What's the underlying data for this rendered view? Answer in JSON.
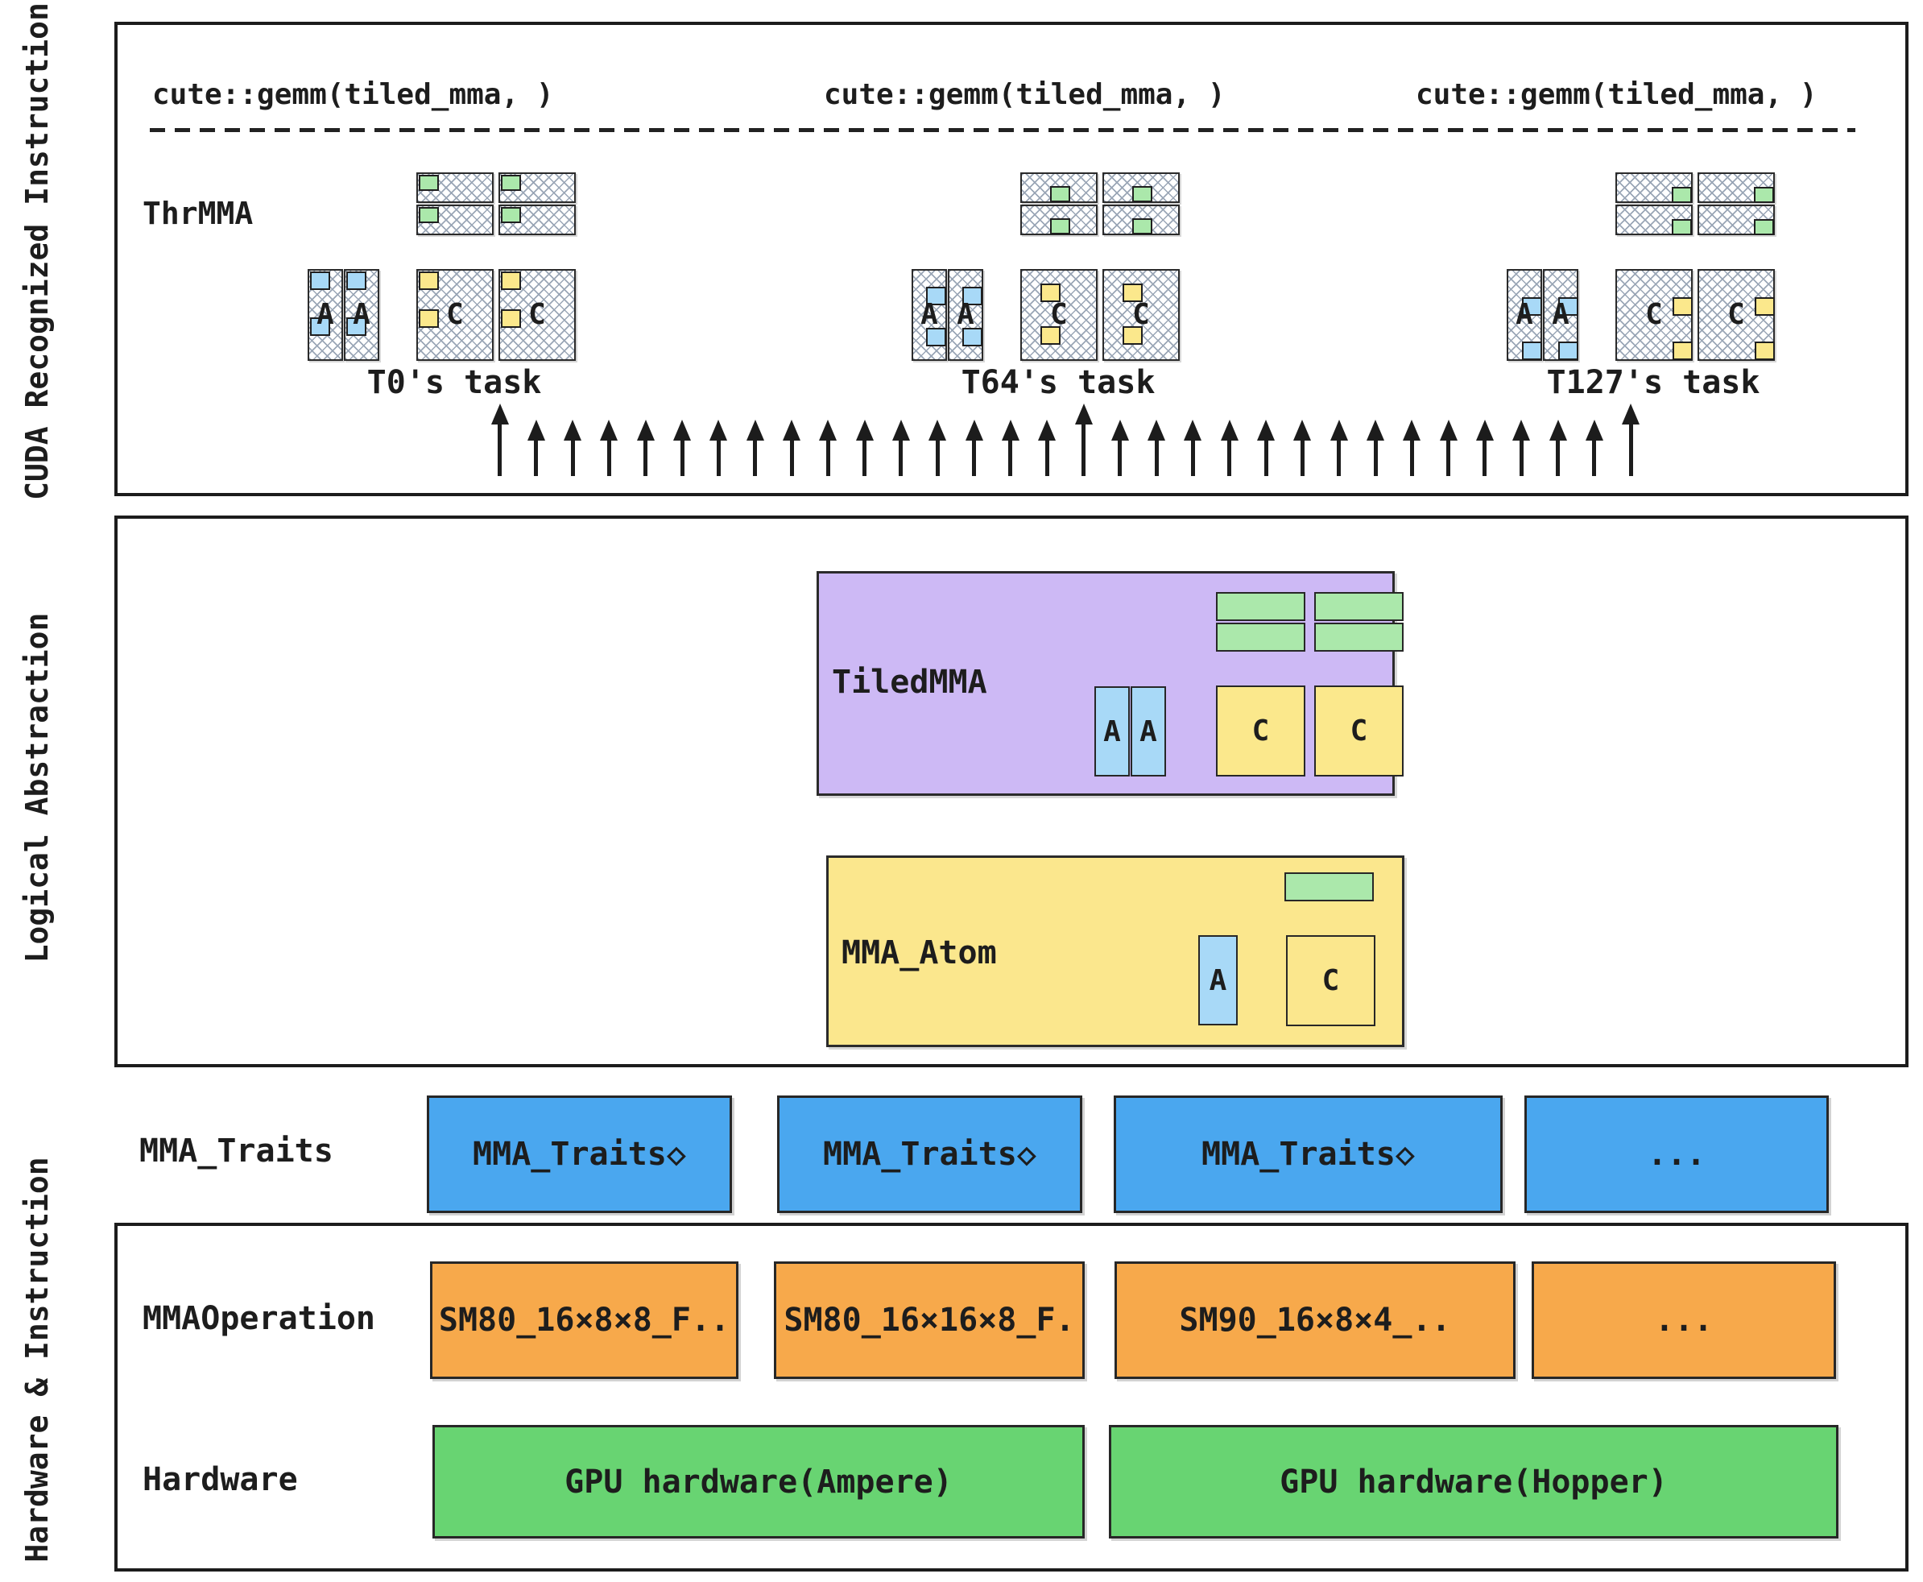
{
  "sections": {
    "cuda": "CUDA Recognized Instruction",
    "logical": "Logical Abstraction",
    "hardware": "Hardware & Instruction"
  },
  "top": {
    "gemm_calls": [
      "cute::gemm(tiled_mma, )",
      "cute::gemm(tiled_mma, )",
      "cute::gemm(tiled_mma, )"
    ],
    "thrmma_label": "ThrMMA",
    "letters": {
      "a": "A",
      "c": "C"
    },
    "tasks": [
      {
        "label": "T0's task",
        "variant": "start"
      },
      {
        "label": "T64's task",
        "variant": "center"
      },
      {
        "label": "T127's task",
        "variant": "end"
      }
    ],
    "arrows": {
      "count": 32,
      "big_indices": [
        0,
        16,
        31
      ]
    }
  },
  "logical": {
    "tiledmma_label": "TiledMMA",
    "mma_atom_label": "MMA_Atom",
    "letters": {
      "a": "A",
      "c": "C"
    }
  },
  "hw": {
    "traits_row_label": "MMA_Traits",
    "traits_boxes": [
      "MMA_Traits◇",
      "MMA_Traits◇",
      "MMA_Traits◇",
      "..."
    ],
    "operation_row_label": "MMAOperation",
    "operation_boxes": [
      "SM80_16×8×8_F..",
      "SM80_16×16×8_F.",
      "SM90_16×8×4_..",
      "..."
    ],
    "hardware_row_label": "Hardware",
    "hardware_boxes": [
      "GPU hardware(Ampere)",
      "GPU hardware(Hopper)"
    ]
  },
  "colors": {
    "traits_blue": "#4aa7ef",
    "operation_orange": "#f7a94b",
    "hardware_green": "#68d472",
    "tiledmma_purple": "#cdb9f5",
    "atom_yellow": "#fbe78d",
    "fragment_green": "#abe8ab",
    "fragment_blue": "#a8d9f7",
    "fragment_yellow": "#fbe88c",
    "ink": "#1c1c1c"
  }
}
